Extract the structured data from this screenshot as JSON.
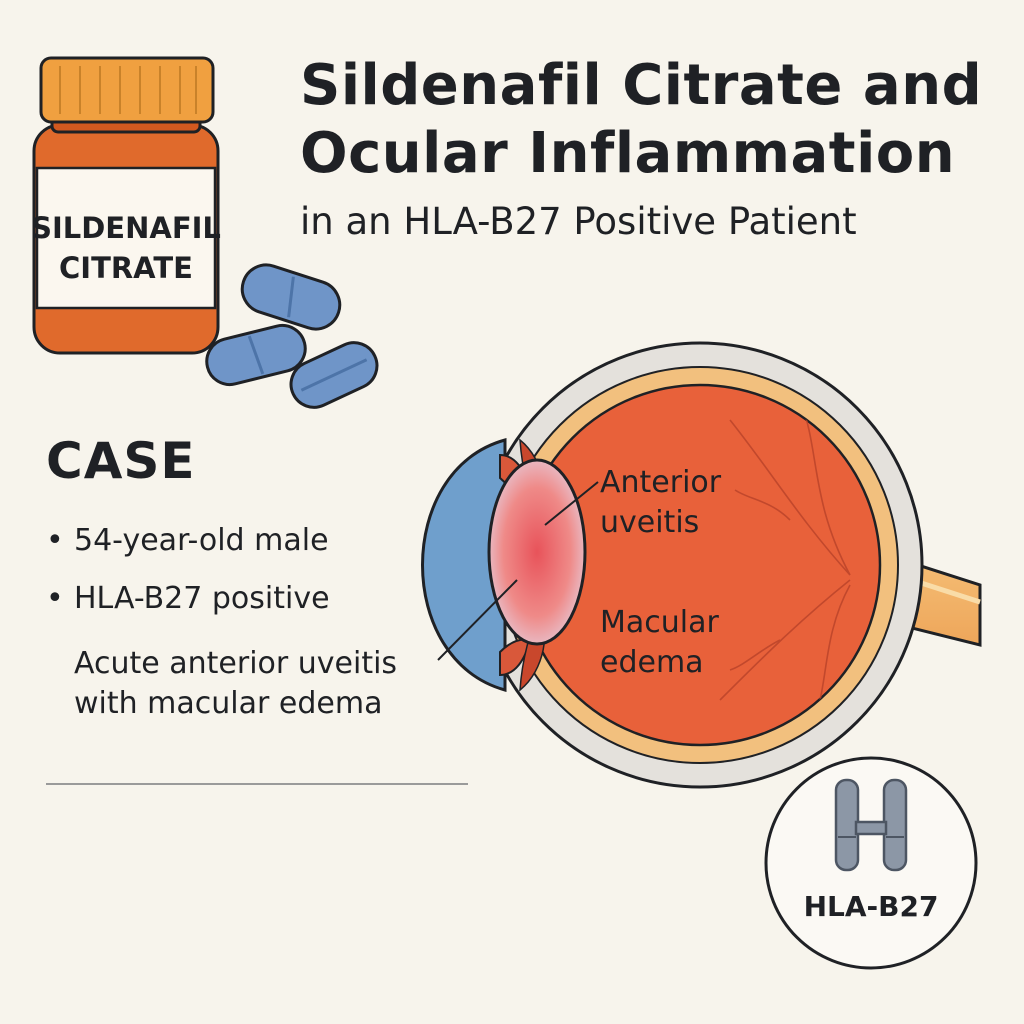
{
  "title": {
    "line1": "Sildenafil Citrate and",
    "line2": "Ocular Inflammation",
    "subtitle": "in an HLA-B27 Positive Patient"
  },
  "bottle": {
    "label_line1": "SILDENAFIL",
    "label_line2": "CITRATE"
  },
  "case": {
    "heading": "CASE",
    "items": [
      "54-year-old male",
      "HLA-B27 positive"
    ],
    "note": "Acute anterior uveitis with macular edema"
  },
  "eye": {
    "label_anterior_line1": "Anterior",
    "label_anterior_line2": "uveitis",
    "label_macular_line1": "Macular",
    "label_macular_line2": "edema"
  },
  "badge": {
    "label": "HLA-B27",
    "icon": "hla-b27-chromosome-icon"
  },
  "colors": {
    "background": "#f7f4ec",
    "bottle_orange": "#e06a2c",
    "cap_orange": "#f0a040",
    "pill_blue": "#6f95c8",
    "eye_red": "#e8613a",
    "cornea_blue": "#6f9fcc",
    "outline": "#1f2125"
  }
}
